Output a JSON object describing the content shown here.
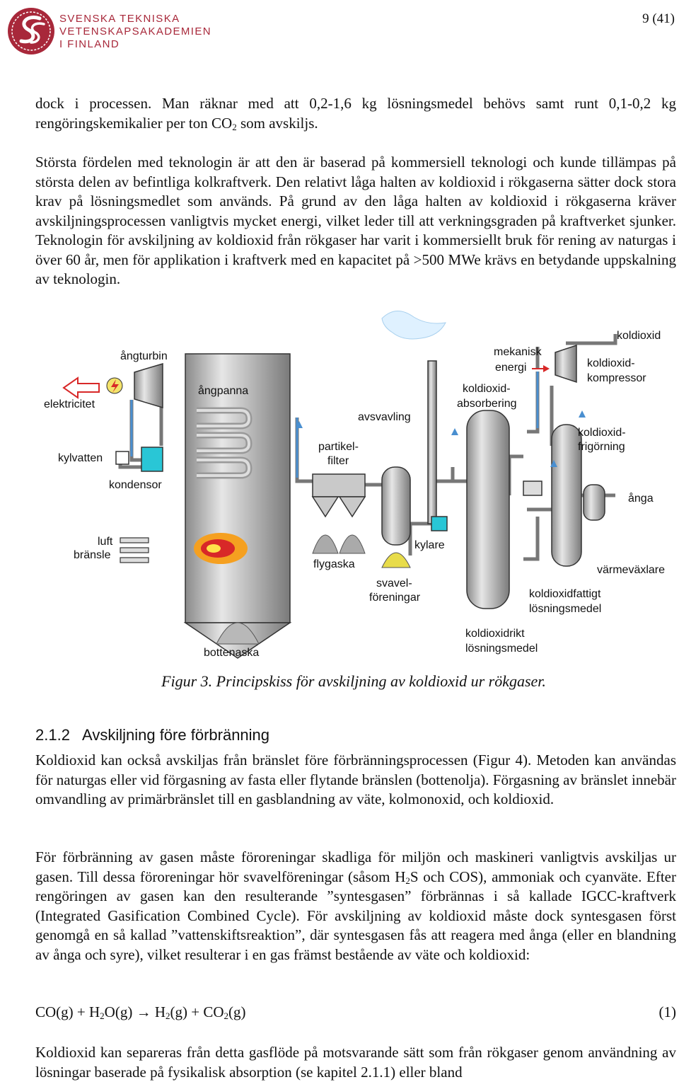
{
  "header": {
    "logo_lines": [
      "SVENSKA TEKNISKA",
      "VETENSKAPSAKADEMIEN",
      "I FINLAND"
    ],
    "page_number": "9 (41)",
    "brand_color": "#a8283a"
  },
  "para1": {
    "text_a": "dock i processen. Man räknar med att 0,2-1,6 kg lösningsmedel behövs samt runt 0,1-0,2 kg rengöringskemikalier per ton CO",
    "sub": "2",
    "text_b": " som avskiljs."
  },
  "para2": "Största fördelen med teknologin är att den är baserad på kommersiell teknologi och kunde tillämpas på största delen av befintliga kolkraftverk. Den relativt låga halten av koldioxid i rökgaserna sätter dock stora krav på lösningsmedlet som används. På grund av den låga halten av koldioxid i rökgaserna kräver avskiljningsprocessen vanligtvis mycket energi, vilket leder till att verkningsgraden på kraftverket sjunker. Teknologin för avskiljning av koldioxid från rökgaser har varit i kommersiellt bruk för rening av naturgas i över 60 år, men för applikation i kraftverk med en kapacitet på >500 MWe krävs en betydande uppskalning av teknologin.",
  "figure": {
    "labels": {
      "elektricitet": "elektricitet",
      "angturbin": "ångturbin",
      "angpanna": "ångpanna",
      "kylvatten": "kylvatten",
      "kondensor": "kondensor",
      "luft": "luft",
      "bransle": "bränsle",
      "partikel1": "partikel-",
      "partikel2": "filter",
      "avsvavling": "avsvavling",
      "flygaska": "flygaska",
      "bottenaska": "bottenaska",
      "svavel1": "svavel-",
      "svavel2": "föreningar",
      "kylare": "kylare",
      "mekanisk": "mekanisk",
      "energi": "energi",
      "absorb1": "koldioxid-",
      "absorb2": "absorbering",
      "koldioxid": "koldioxid",
      "kompressor1": "koldioxid-",
      "kompressor2": "kompressor",
      "frigor1": "koldioxid-",
      "frigor2": "frigörning",
      "anga": "ånga",
      "varmevaxlare": "värmeväxlare",
      "fattigt1": "koldioxidfattigt",
      "fattigt2": "lösningsmedel",
      "rikt1": "koldioxidrikt",
      "rikt2": "lösningsmedel"
    },
    "colors": {
      "vessel": "#c9c9c9",
      "pipe_blue": "#4a8fd0",
      "accent_red": "#d82828",
      "sulfur": "#e8dc4a",
      "cooler": "#29c6d6"
    }
  },
  "caption": "Figur 3. Principskiss för avskiljning av koldioxid ur rökgaser.",
  "section": {
    "heading": "2.1.2   Avskiljning före förbränning"
  },
  "para3": "Koldioxid kan också avskiljas från bränslet före förbränningsprocessen (Figur 4). Metoden kan användas för naturgas eller vid förgasning av fasta eller flytande bränslen (bottenolja). Förgasning av bränslet innebär omvandling av primärbränslet till en gasblandning av väte, kolmonoxid, och koldioxid.",
  "para4": {
    "a": "För förbränning av gasen måste föroreningar skadliga för miljön och maskineri vanligtvis avskiljas ur gasen. Till dessa föroreningar hör svavelföreningar (såsom H",
    "sub": "2",
    "b": "S och COS), ammoniak och cyanväte. Efter rengöringen av gasen kan den resulterande ”syntesgasen” förbrännas i så kallade IGCC-kraftverk (Integrated Gasification Combined Cycle). För avskiljning av koldioxid måste dock syntesgasen först genomgå en så kallad ”vattenskiftsreaktion”, där syntesgasen fås att reagera med ånga (eller en blandning av ånga och syre), vilket resulterar i en gas främst bestående av väte och koldioxid:"
  },
  "equation": {
    "p1": "CO(g) + H",
    "s1": "2",
    "p2": "O(g) → H",
    "s2": "2",
    "p3": "(g) + CO",
    "s3": "2",
    "p4": "(g)",
    "number": "(1)"
  },
  "para5": "Koldioxid kan separeras från detta gasflöde på motsvarande sätt som från rökgaser genom användning av lösningar baserade på fysikalisk absorption (se kapitel 2.1.1) eller bland"
}
